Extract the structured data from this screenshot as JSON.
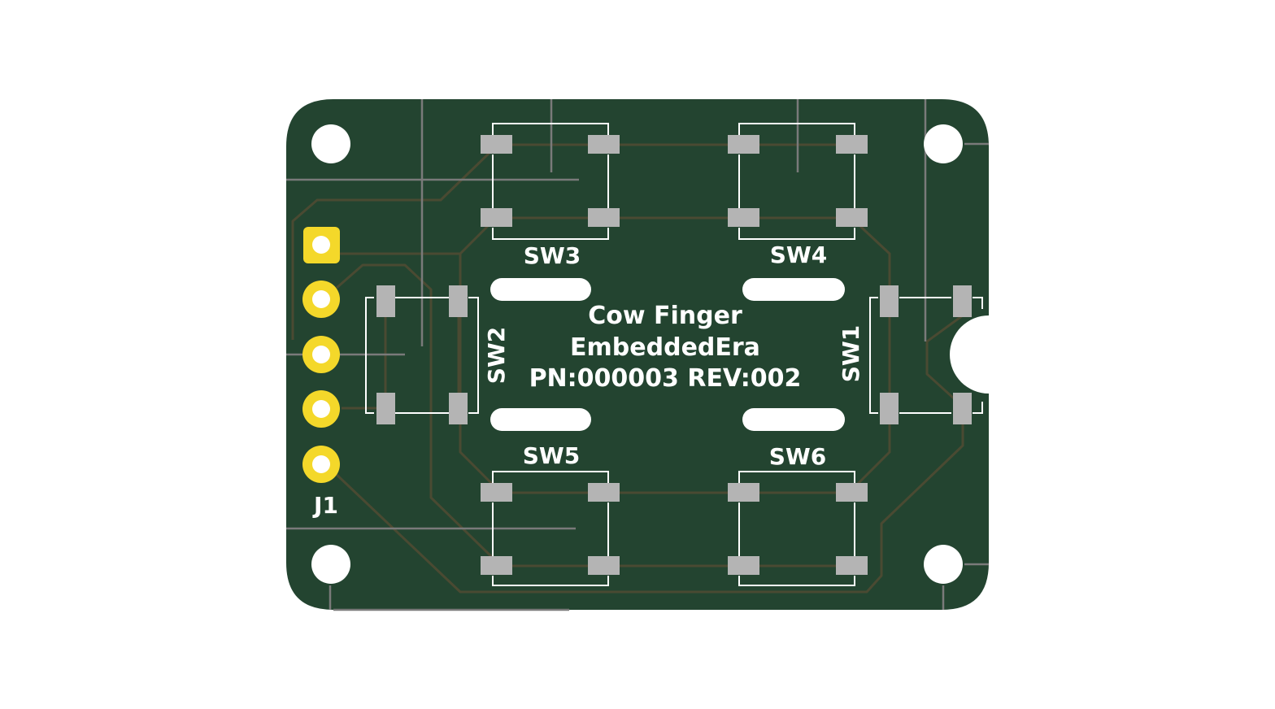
{
  "board": {
    "title_line1": "Cow Finger",
    "title_line2": "EmbeddedEra",
    "title_line3": "PN:000003 REV:002",
    "connector_label": "J1",
    "switches": {
      "sw1": "SW1",
      "sw2": "SW2",
      "sw3": "SW3",
      "sw4": "SW4",
      "sw5": "SW5",
      "sw6": "SW6"
    }
  },
  "colors": {
    "pcb": "#234430",
    "trace": "#4a4a32",
    "silkscreen": "#ffffff",
    "pad": "#b4b4b4",
    "header_pad": "#f4d82a",
    "edge_cut": "#7a7a7a"
  }
}
